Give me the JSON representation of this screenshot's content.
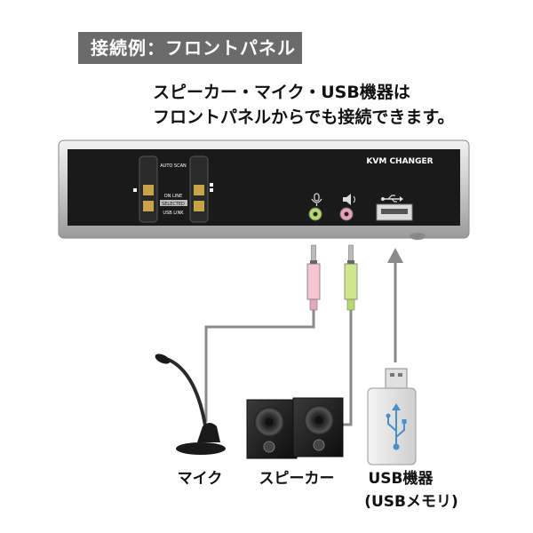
{
  "title": "接続例：フロントパネル",
  "caption": {
    "line1": "スピーカー・マイク・USB機器は",
    "line2": "フロントパネルからでも接続できます。"
  },
  "device": {
    "name": "KVM CHANGER",
    "auto_scan": "AUTO SCAN",
    "on_line": "ON LINE",
    "selected": "SELECTED",
    "usb_link": "USB LINK"
  },
  "labels": {
    "mic": "マイク",
    "speaker": "スピーカー",
    "usb_line1": "USB機器",
    "usb_line2": "(USBメモリ)"
  },
  "colors": {
    "title_bg": "#6b6b6b",
    "mic_port": "#e8a2b6",
    "speaker_port": "#b6d96b",
    "device_face": "#1a1a1a"
  }
}
